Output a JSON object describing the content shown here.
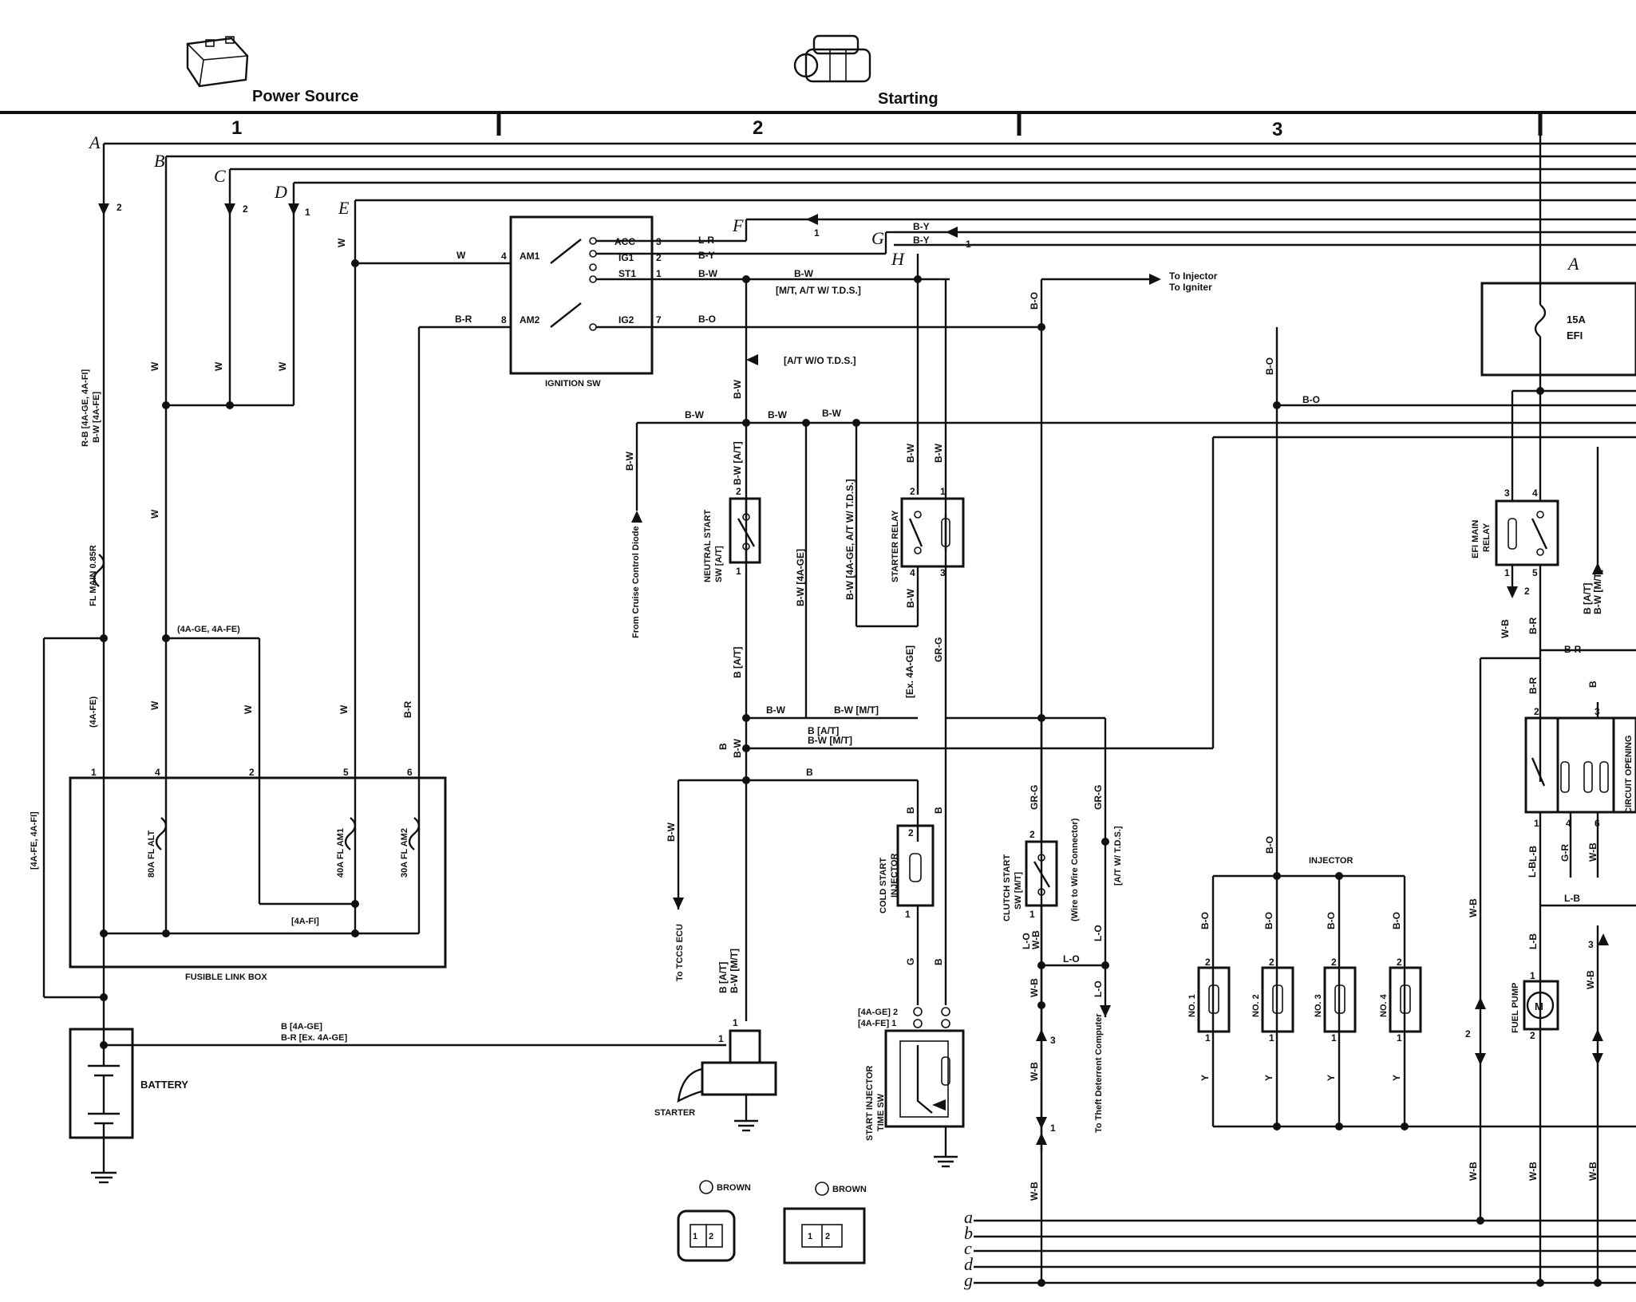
{
  "header": {
    "power_source_label": "Power Source",
    "starting_label": "Starting",
    "icons": [
      "battery-icon",
      "starter-motor-icon"
    ],
    "columns": [
      "1",
      "2",
      "3"
    ]
  },
  "bus": {
    "top_letters": [
      "A",
      "B",
      "C",
      "D",
      "E"
    ],
    "bottom_letters": [
      "a",
      "b",
      "c",
      "d",
      "g"
    ]
  },
  "components": {
    "ignition_sw": {
      "name": "IGNITION SW",
      "terminals": [
        {
          "num": "4",
          "name": "AM1"
        },
        {
          "num": "8",
          "name": "AM2"
        },
        {
          "num": "3",
          "name": "ACC"
        },
        {
          "num": "2",
          "name": "IG1"
        },
        {
          "num": "1",
          "name": "ST1"
        },
        {
          "num": "7",
          "name": "IG2"
        }
      ]
    },
    "fusible_link_box": {
      "name": "FUSIBLE LINK BOX",
      "fuses": [
        "80A FL ALT",
        "40A FL AM1",
        "30A FL AM2"
      ],
      "pins": [
        "1",
        "4",
        "2",
        "5",
        "6"
      ]
    },
    "battery": "BATTERY",
    "starter": "STARTER",
    "neutral_start_sw": "NEUTRAL START SW [A/T]",
    "starter_relay": "STARTER RELAY",
    "cold_start_injector": "COLD START INJECTOR",
    "start_injector_time_sw": "START INJECTOR TIME SW",
    "clutch_start_sw": "CLUTCH START SW [M/T]",
    "injector_group": "INJECTOR",
    "injectors": [
      "NO. 1",
      "NO. 2",
      "NO. 3",
      "NO. 4"
    ],
    "efi_fuse": {
      "rating": "15A",
      "name": "EFI"
    },
    "efi_main_relay": "EFI MAIN RELAY",
    "circuit_opening": "CIRCUIT OPENING",
    "fuel_pump": "FUEL PUMP",
    "fl_main": "FL MAIN 0.85R"
  },
  "notes": {
    "to_injector": "To Injector",
    "to_igniter": "To Igniter",
    "mt_at_tds": "[M/T, A/T W/ T.D.S.]",
    "at_wo_tds": "[A/T W/O T.D.S.]",
    "from_cruise": "From Cruise Control Diode",
    "to_tccs": "To TCCS ECU",
    "to_theft": "To Theft Deterrent Computer",
    "wire_to_wire": "(Wire to Wire Connector)",
    "at_w_tds": "[A/T W/ T.D.S.]",
    "ge_fe": "(4A-GE, 4A-FE)",
    "fe": "(4A-FE)",
    "fe_fi": "[4A-FE, 4A-FI]",
    "fi": "[4A-FI]",
    "rb_ge": "R-B [4A-GE, 4A-FI]",
    "bw_fe": "B-W [4A-FE]",
    "batt_to_starter_1": "B [4A-GE]",
    "batt_to_starter_2": "B-R [Ex. 4A-GE]",
    "bw_ge_at": "B-W [4A-GE, A/T W/ T.D.S.]",
    "bw_4age": "B-W [4A-GE]",
    "ex_4age": "[Ex. 4A-GE]",
    "b_at_bw_mt": "B [A/T] B-W [M/T]",
    "bw_mt": "B-W [M/T]",
    "b_at": "B [A/T]",
    "bw_at": "B-W [A/T]",
    "conn_c": "BROWN",
    "conn_d": "BROWN",
    "ge_pin": "[4A-GE] 2",
    "fe_pin": "[4A-FE] 1"
  }
}
